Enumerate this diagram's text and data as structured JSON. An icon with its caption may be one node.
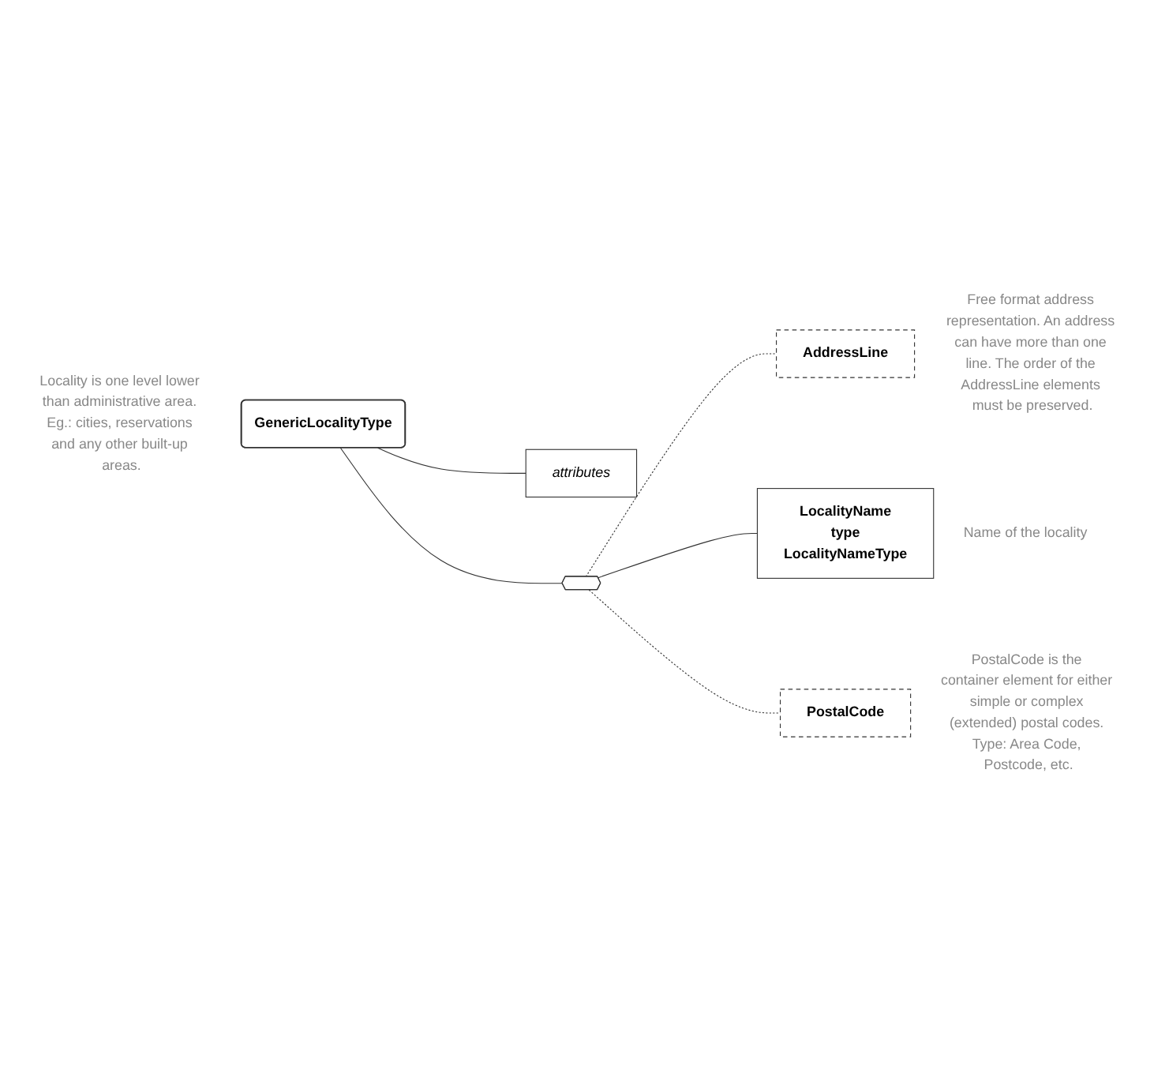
{
  "diagram": {
    "nodes": [
      {
        "text": [
          "GenericLocalityType"
        ],
        "beside": [
          "Locality is one level lower than administrative area. Eg.: cities, reservations and any other built-up areas."
        ]
      },
      {
        "text": [
          "attributes"
        ]
      },
      {
        "text": [],
        "shape": "hexagon"
      },
      {
        "text": [
          "AddressLine"
        ],
        "beside": [
          "Free format address representation. An address can have more than one line. The order of the AddressLine elements must be preserved."
        ]
      },
      {
        "text": [
          "LocalityName",
          "type",
          "LocalityNameType"
        ],
        "beside": [
          "Name of the locality"
        ]
      },
      {
        "text": [
          "PostalCode"
        ],
        "beside": [
          "PostalCode is the container element for either simple or complex (extended) postal codes. Type: Area Code, Postcode, etc."
        ]
      }
    ],
    "edges": [
      {
        "from": 0,
        "to": 1,
        "arrow": "none"
      },
      {
        "from": 0,
        "to": 2,
        "arrow": "none"
      },
      {
        "from": 2,
        "to": 3,
        "arrow": "none",
        "style": "dashed"
      },
      {
        "from": 2,
        "to": 4,
        "arrow": "none"
      },
      {
        "from": 2,
        "to": 5,
        "arrow": "none",
        "style": "dashed"
      }
    ]
  }
}
